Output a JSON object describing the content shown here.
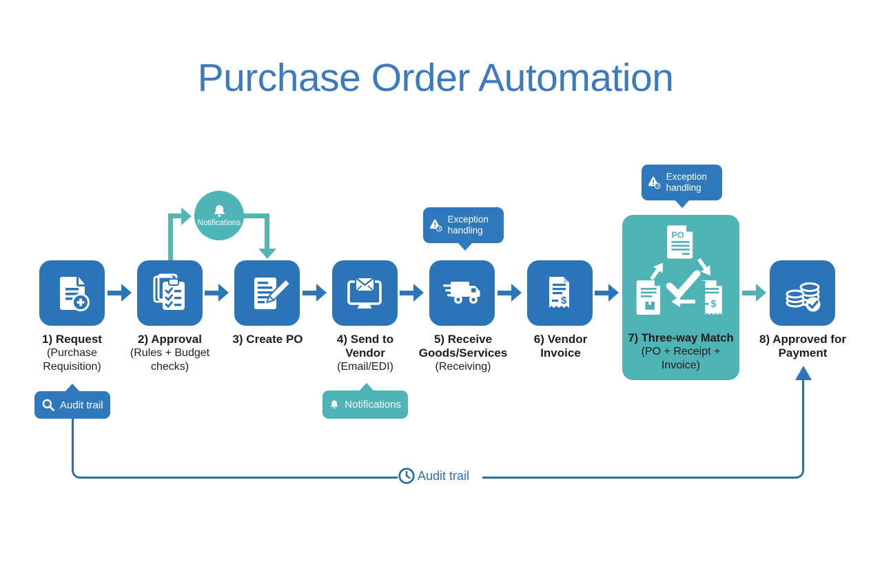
{
  "title": "Purchase Order Automation",
  "steps": [
    {
      "name": "1) Request",
      "detail": "(Purchase Requisition)"
    },
    {
      "name": "2) Approval",
      "detail": "(Rules + Budget checks)"
    },
    {
      "name": "3) Create PO",
      "detail": ""
    },
    {
      "name": "4) Send to Vendor",
      "detail": "(Email/EDI)"
    },
    {
      "name": "5) Receive Goods/Services",
      "detail": "(Receiving)"
    },
    {
      "name": "6) Vendor Invoice",
      "detail": ""
    },
    {
      "name": "7) Three-way Match",
      "detail": "(PO + Receipt + Invoice)"
    },
    {
      "name": "8) Approved for Payment",
      "detail": ""
    }
  ],
  "annotations": {
    "notifications_circle": "Notifications",
    "notifications_callout": "Notifications",
    "exception_callout_receive": "Exception handling",
    "exception_callout_match": "Exception handling",
    "audit_callout": "Audit trail",
    "audit_line_label": "Audit trail"
  },
  "icons": {
    "po_document_label": "PO",
    "dollar_sign": "$",
    "exclamation": "!",
    "question_mark": "?"
  },
  "colors": {
    "primary_blue": "#2b74b8",
    "teal": "#4fb2b5",
    "title_blue": "#3b7abe",
    "line_blue": "#2d6ea6",
    "text_dark": "#1d1d1d"
  }
}
